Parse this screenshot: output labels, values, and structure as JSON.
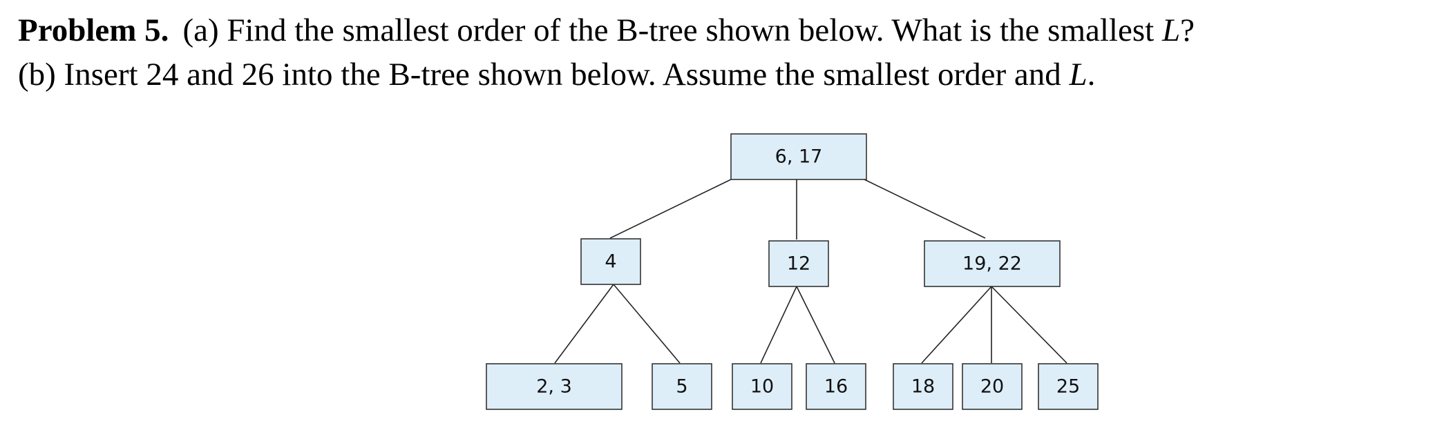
{
  "problem": {
    "label": "Problem 5.",
    "line1_text": "(a) Find the smallest order of the B-tree shown below. What is the smallest ",
    "line1_var": "L",
    "line1_end": "?",
    "line2_text": "(b) Insert 24 and 26 into the B-tree shown below. Assume the smallest order and ",
    "line2_var": "L",
    "line2_end": "."
  },
  "tree": {
    "root": {
      "label": "6, 17"
    },
    "internal": [
      {
        "label": "4"
      },
      {
        "label": "12"
      },
      {
        "label": "19, 22"
      }
    ],
    "leaves": [
      {
        "label": "2, 3",
        "parent": 0
      },
      {
        "label": "5",
        "parent": 0
      },
      {
        "label": "10",
        "parent": 1
      },
      {
        "label": "16",
        "parent": 1
      },
      {
        "label": "18",
        "parent": 2
      },
      {
        "label": "20",
        "parent": 2
      },
      {
        "label": "25",
        "parent": 2
      }
    ]
  }
}
